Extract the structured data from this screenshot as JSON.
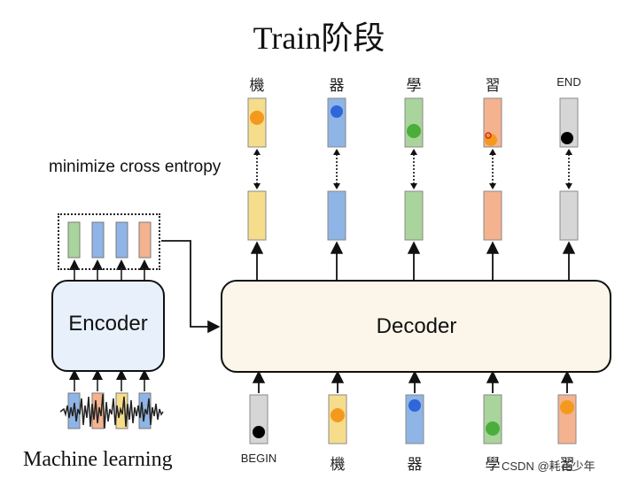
{
  "title": "Train阶段",
  "decoder": {
    "label": "Decoder",
    "output_tokens": [
      "機",
      "器",
      "學",
      "習",
      "END"
    ],
    "input_tokens": [
      "BEGIN",
      "機",
      "器",
      "學",
      "習"
    ],
    "colors": {
      "yellow": "#f6dd8c",
      "blue": "#8fb4e6",
      "green": "#a9d49b",
      "orange": "#f5b28f",
      "gray": "#d6d6d6",
      "dot_orange": "#f39a1e",
      "dot_blue": "#2f66d9",
      "dot_green": "#4cae3a",
      "dot_black": "#000000"
    }
  },
  "encoder": {
    "label": "Encoder"
  },
  "loss_label": "minimize cross entropy",
  "caption": "Machine learning",
  "watermark": "CSDN @耗花少年"
}
